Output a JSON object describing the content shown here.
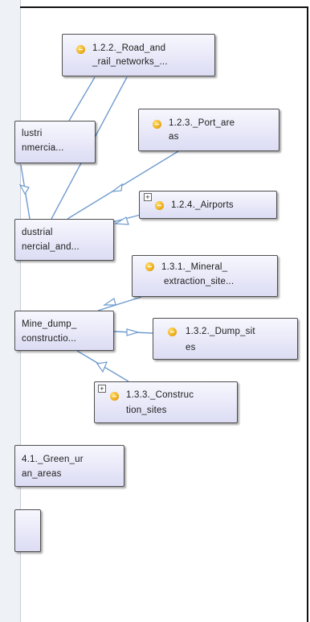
{
  "nodes": {
    "road_rail": {
      "line1": "1.2.2._Road_and",
      "line2": "_rail_networks_..."
    },
    "industrial_top": {
      "line1": "lustri",
      "line2": "nmercia..."
    },
    "port": {
      "line1": "1.2.3._Port_are",
      "line2": "as"
    },
    "airports": {
      "line1": "1.2.4._Airports",
      "expand": "+"
    },
    "industrial_mid": {
      "line1": "dustrial",
      "line2": "nercial_and..."
    },
    "mineral": {
      "line1": "1.3.1._Mineral_",
      "line2": "extraction_site..."
    },
    "mine_dump": {
      "line1": "Mine_dump_",
      "line2": "constructio..."
    },
    "dump": {
      "line1": "1.3.2._Dump_sit",
      "line2": "es"
    },
    "construction": {
      "line1": "1.3.3._Construc",
      "line2": "tion_sites",
      "expand": "+"
    },
    "green": {
      "line1": "4.1._Green_ur",
      "line2": "an_areas"
    },
    "bottom_partial": {
      "line1": ""
    }
  },
  "colors": {
    "edge": "#6f9bcf",
    "class_dot": "#e9a50d"
  },
  "icons": [
    "class-dot-icon",
    "expand-plus-icon",
    "arrowhead-icon"
  ]
}
